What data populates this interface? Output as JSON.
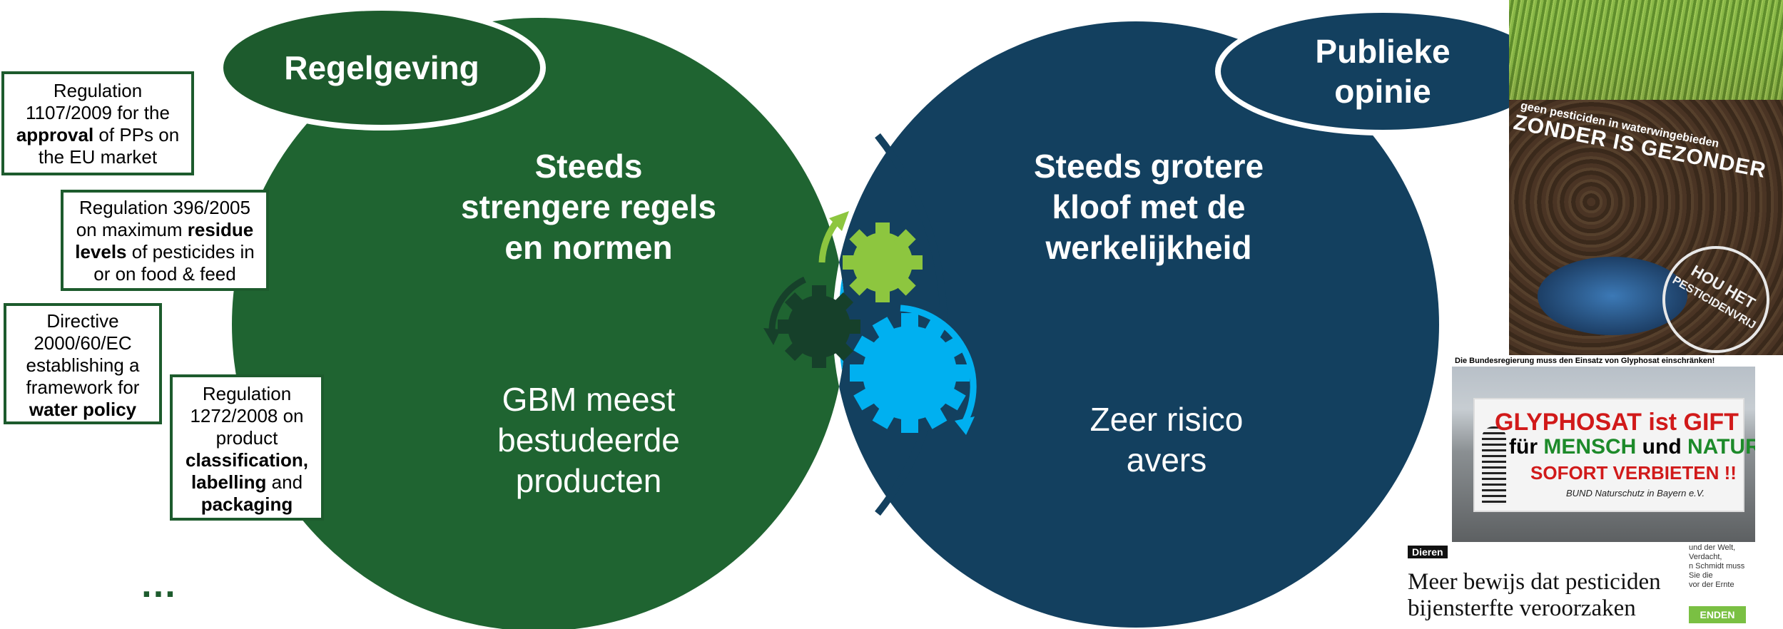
{
  "left_oval": {
    "label": "Regelgeving"
  },
  "right_oval": {
    "label_lines": [
      "Publieke",
      "opinie"
    ]
  },
  "left_circle": {
    "heading_lines": [
      "Steeds",
      "strengere regels",
      "en normen"
    ],
    "body_lines": [
      "GBM meest",
      "bestudeerde",
      "producten"
    ]
  },
  "right_circle": {
    "heading_lines": [
      "Steeds grotere",
      "kloof met de",
      "werkelijkheid"
    ],
    "body_lines": [
      "Zeer risico",
      "avers"
    ]
  },
  "regulations": [
    {
      "parts": [
        "Regulation 1107/2009 for the ",
        "approval",
        " of PPs on the EU market"
      ]
    },
    {
      "parts": [
        "Regulation 396/2005 on maximum ",
        "residue levels",
        " of pesticides in or on food & feed"
      ]
    },
    {
      "parts": [
        "Directive 2000/60/EC establishing a framework for ",
        "water policy",
        ""
      ]
    },
    {
      "parts": [
        "Regulation 1272/2008 on product ",
        "classification, labelling",
        " and ",
        "packaging"
      ]
    }
  ],
  "ellipsis": "…",
  "poster": {
    "tagline": "geen pesticiden in waterwingebieden",
    "slogan": "ZONDER IS GEZONDER",
    "stamp_lines": [
      "HOU HET",
      "PESTICIDENVRIJ"
    ]
  },
  "photo": {
    "header": "Die Bundesregierung muss den Einsatz von Glyphosat einschränken!",
    "banner_line1_a": "GLYPHOSAT ist ",
    "banner_line1_b": "GIFT",
    "banner_line2_a": "für ",
    "banner_line2_b": "MENSCH",
    "banner_line2_c": " und ",
    "banner_line2_d": "NATUR",
    "banner_line3": "SOFORT VERBIETEN !!",
    "banner_line4": "BUND Naturschutz in Bayern e.V."
  },
  "article": {
    "tag": "Dieren",
    "title_lines": [
      "Meer bewijs dat pesticiden",
      "bijensterfte veroorzaken"
    ],
    "side_text": [
      "und der Welt,",
      "Verdacht,",
      "n Schmidt muss",
      "",
      "Sie die",
      "vor der Ernte"
    ],
    "button": "ENDEN"
  },
  "colors": {
    "green_dark": "#1d5b2d",
    "green_circle": "#1f6431",
    "blue_circle": "#13405f",
    "light_blue": "#00b0f0",
    "light_green": "#8dc63f",
    "gear_dark": "#16402a"
  }
}
